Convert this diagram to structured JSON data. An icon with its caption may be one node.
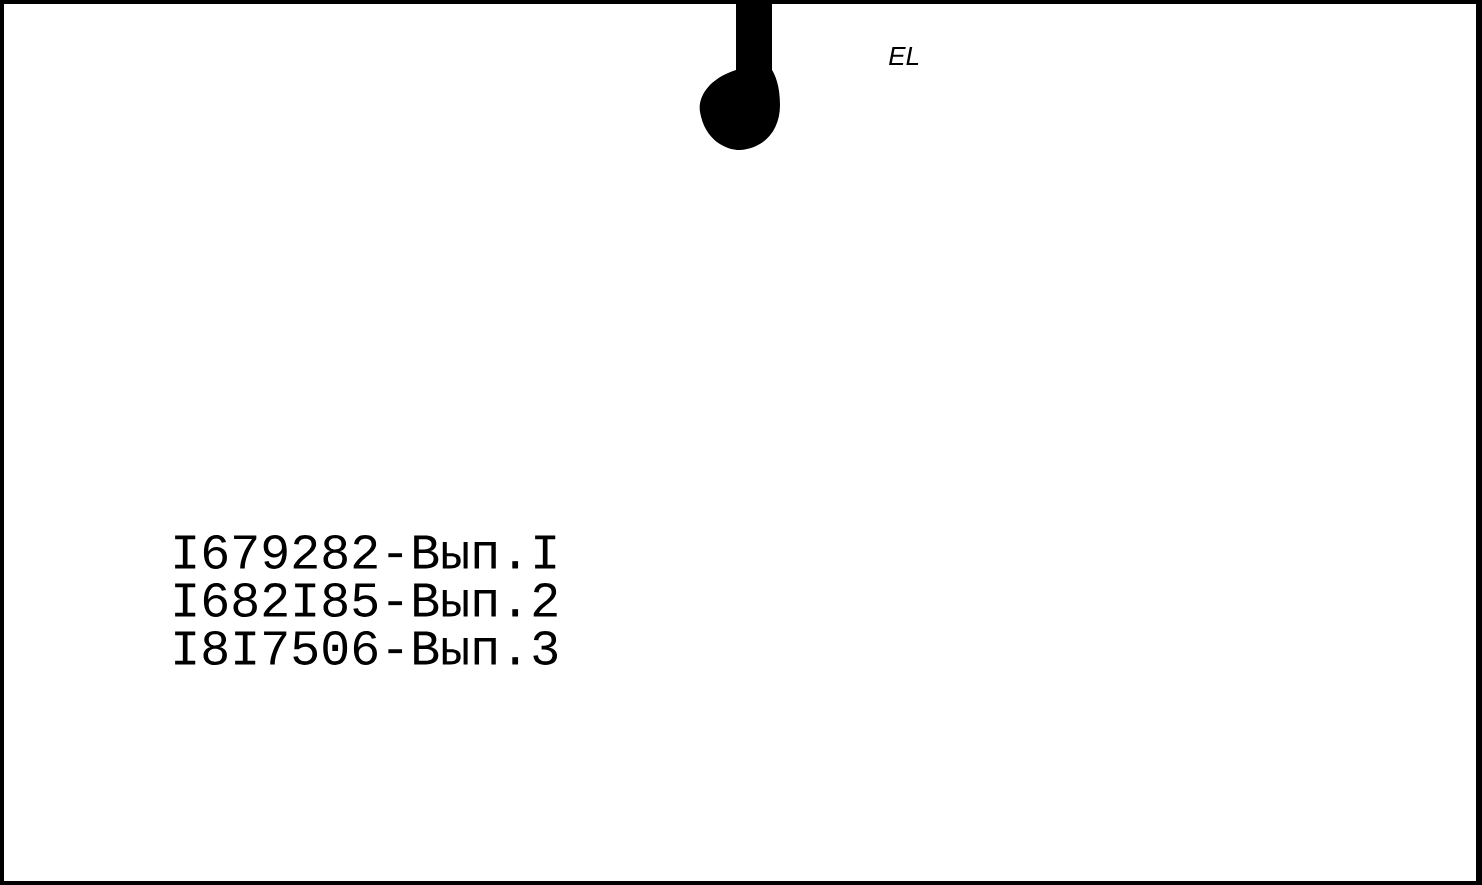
{
  "diagram": {
    "labels": [
      "EL",
      "I679282-Вып.I",
      "I682I85-Вып.2",
      "I8I7506-Вып.3"
    ]
  }
}
